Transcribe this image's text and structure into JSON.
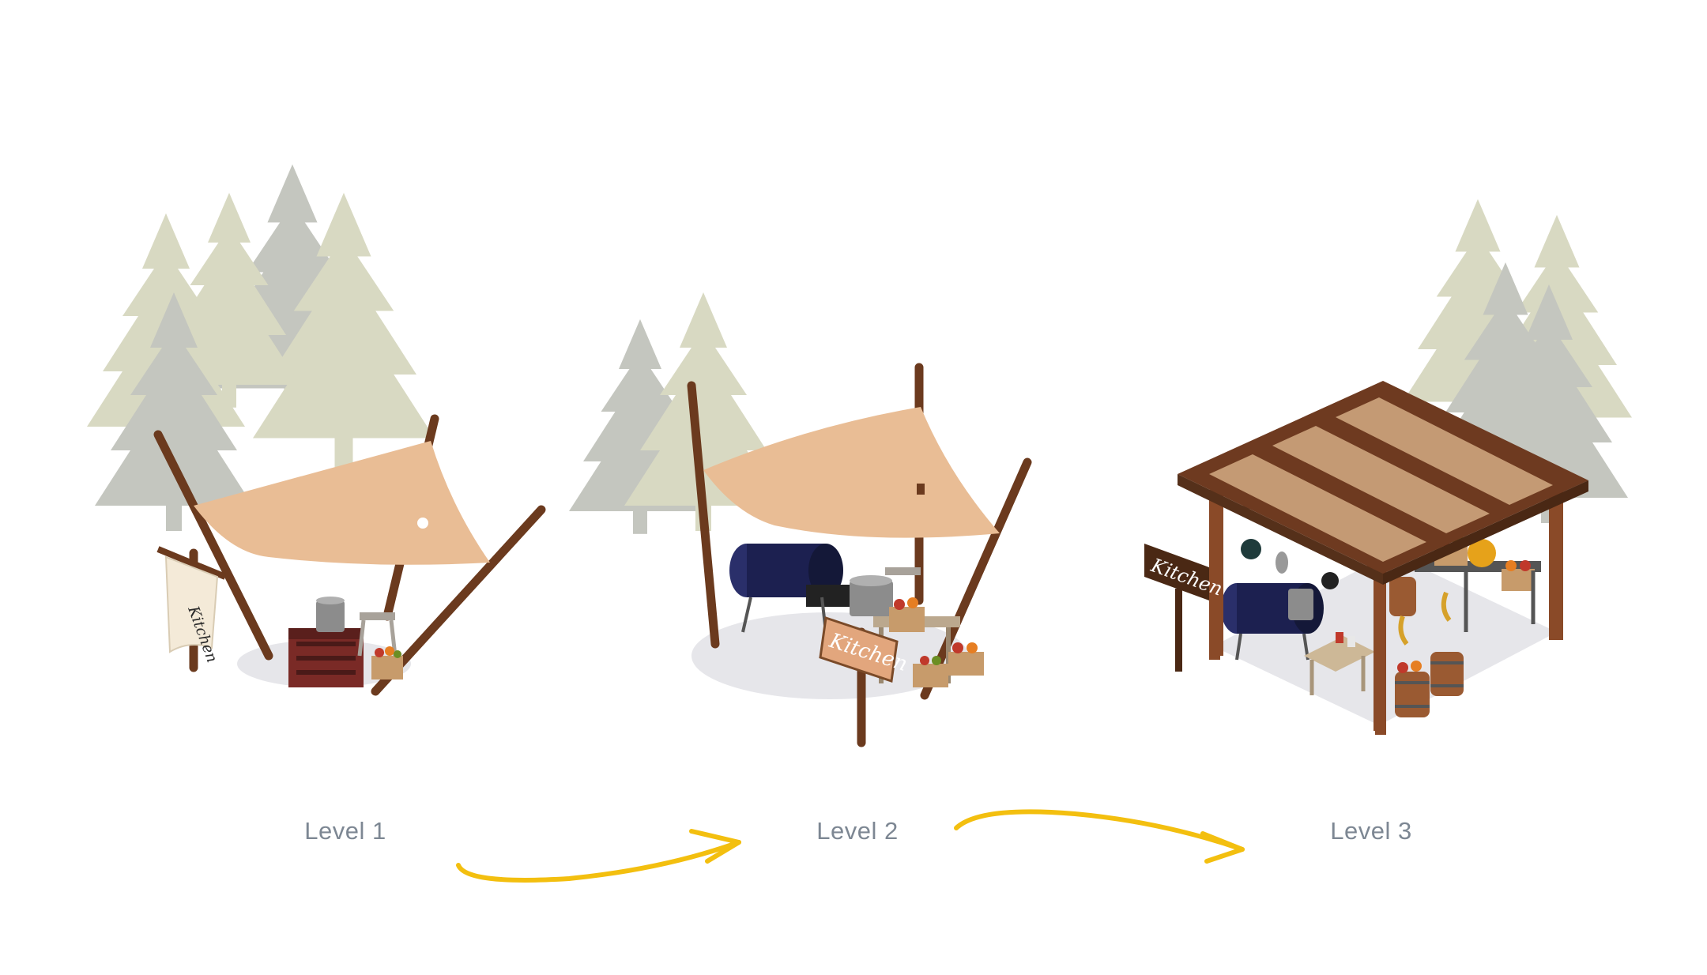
{
  "levels": [
    {
      "label": "Level 1",
      "sign_text": "Kitchen"
    },
    {
      "label": "Level 2",
      "sign_text": "Kitchen"
    },
    {
      "label": "Level 3",
      "sign_text": "Kitchen"
    }
  ],
  "colors": {
    "background": "#ffffff",
    "label_text": "#7d8793",
    "arrow": "#f3bf0f",
    "tarp": "#e9bd95",
    "pole": "#6b3a1e",
    "tree_light": "#d8d9c2",
    "tree_dark": "#c4c6bf",
    "roof_dark": "#6e3a20",
    "roof_light": "#c49a74",
    "drum": "#1c2050"
  }
}
